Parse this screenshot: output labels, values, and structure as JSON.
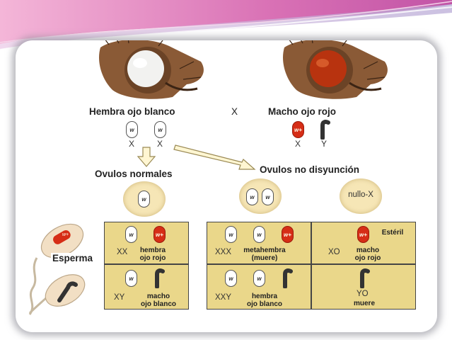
{
  "parents": {
    "female_label": "Hembra ojo blanco",
    "cross_symbol": "X",
    "male_label": "Macho ojo rojo",
    "female_chromosomes": [
      {
        "allele": "w",
        "type": "X"
      },
      {
        "allele": "w",
        "type": "X"
      }
    ],
    "male_chromosomes": [
      {
        "allele": "w+",
        "type": "X"
      },
      {
        "allele": "",
        "type": "Y"
      }
    ]
  },
  "ovules": {
    "normal_label": "Ovulos normales",
    "nondisjunction_label": "Ovulos no disyunción",
    "normal_allele": "w",
    "nondisjunction_alleles": [
      "w",
      "w"
    ],
    "null_label": "nullo-X"
  },
  "sperm": {
    "label": "Esperma",
    "red_allele": "w+"
  },
  "offspring": [
    {
      "genotype": "XX",
      "chromosomes": [
        "w",
        "w+"
      ],
      "phenotype": "hembra\nojo rojo"
    },
    {
      "genotype": "XXX",
      "chromosomes": [
        "w",
        "w",
        "w+"
      ],
      "phenotype": "metahembra\n(muere)"
    },
    {
      "genotype": "XO",
      "chromosomes": [
        "w+"
      ],
      "phenotype": "macho\nojo rojo",
      "note": "Estéril"
    },
    {
      "genotype": "XY",
      "chromosomes": [
        "w",
        "Y"
      ],
      "phenotype": "macho\nojo blanco"
    },
    {
      "genotype": "XXY",
      "chromosomes": [
        "w",
        "w",
        "Y"
      ],
      "phenotype": "hembra\nojo blanco"
    },
    {
      "genotype": "YO",
      "chromosomes": [
        "Y"
      ],
      "phenotype": "muere"
    }
  ],
  "colors": {
    "box_fill": "#ead78a",
    "red_allele": "#d62d16",
    "oval_fill": "#f6e6b6",
    "banner_pink": "#e07ab8"
  }
}
